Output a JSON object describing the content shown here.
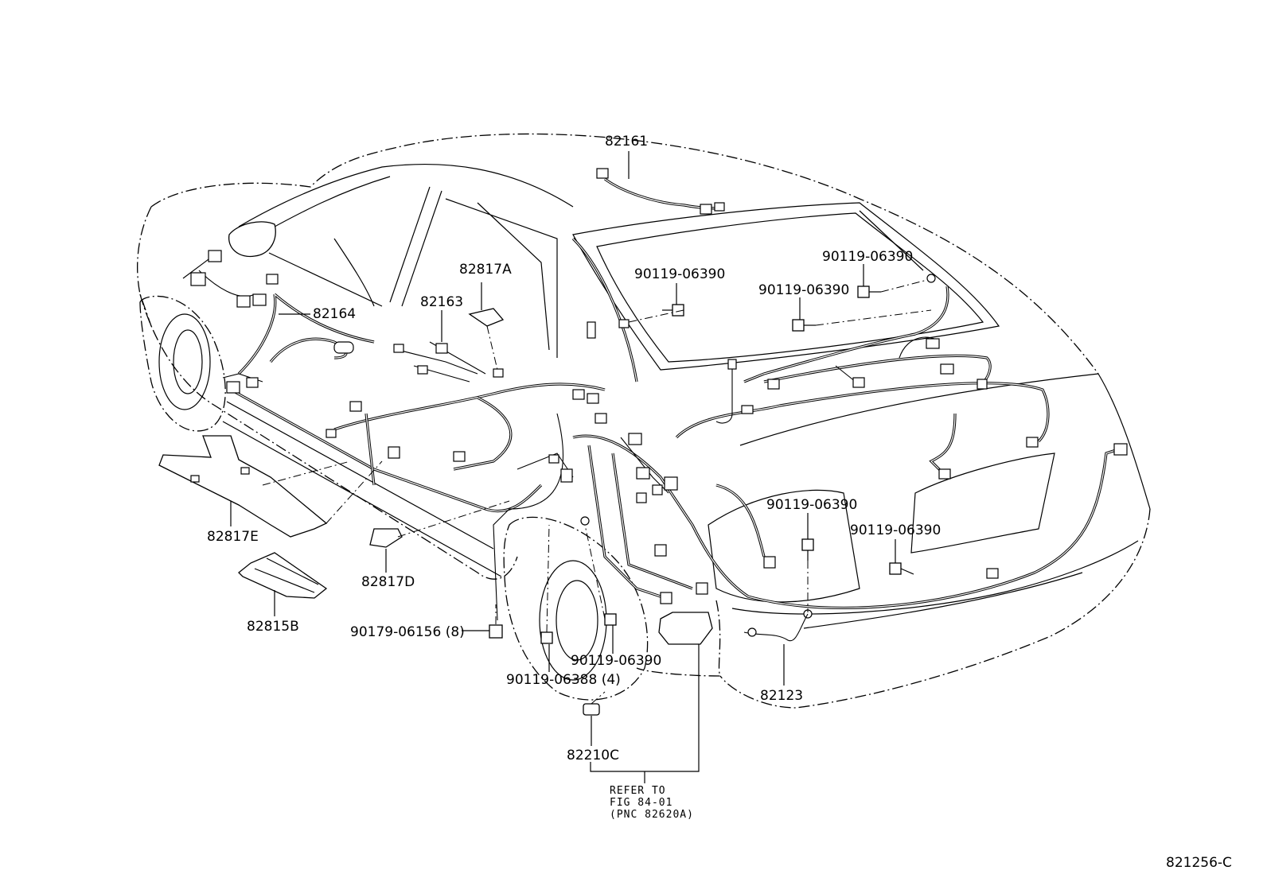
{
  "labels": {
    "p82161": "82161",
    "p82817A": "82817A",
    "p82163": "82163",
    "p82164": "82164",
    "p82817E": "82817E",
    "p82815B": "82815B",
    "p82817D": "82817D",
    "p90179_06156": "90179-06156 (8)",
    "p90119_06388": "90119-06388 (4)",
    "p90119_06390_a": "90119-06390",
    "p90119_06390_b": "90119-06390",
    "p90119_06390_c": "90119-06390",
    "p90119_06390_d": "90119-06390",
    "p90119_06390_e": "90119-06390",
    "p90119_06390_f": "90119-06390",
    "p82210C": "82210C",
    "p82123": "82123"
  },
  "refer_note": {
    "line1": "REFER TO",
    "line2": "FIG 84-01",
    "line3": "(PNC 82620A)"
  },
  "figure_id": "821256-C"
}
